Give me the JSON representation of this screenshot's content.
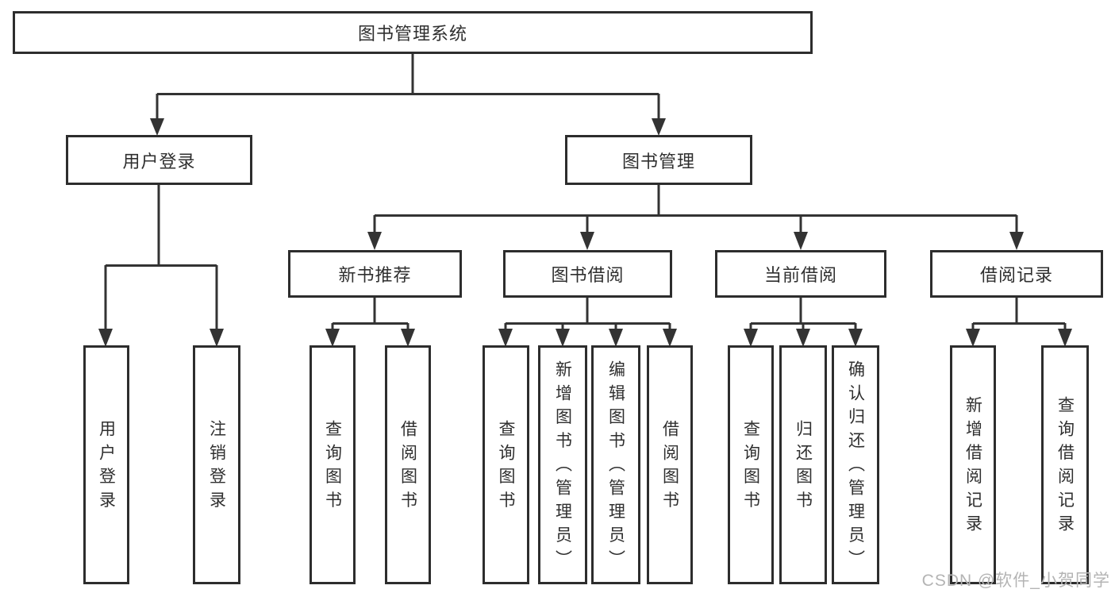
{
  "colors": {
    "background": "#ffffff",
    "box_border": "#2d2d2d",
    "line": "#333333",
    "text": "#2f2f2f",
    "watermark": "#b4b4b4"
  },
  "watermark": {
    "text": "CSDN @软件_小贺同学"
  },
  "tree": {
    "root": {
      "label": "图书管理系统"
    },
    "branches": [
      {
        "label": "用户登录",
        "leaves": [
          {
            "label": "用户登录"
          },
          {
            "label": "注销登录"
          }
        ]
      },
      {
        "label": "图书管理",
        "groups": [
          {
            "label": "新书推荐",
            "leaves": [
              {
                "label": "查询图书"
              },
              {
                "label": "借阅图书"
              }
            ]
          },
          {
            "label": "图书借阅",
            "leaves": [
              {
                "label": "查询图书"
              },
              {
                "label": "新增图书（管理员）"
              },
              {
                "label": "编辑图书（管理员）"
              },
              {
                "label": "借阅图书"
              }
            ]
          },
          {
            "label": "当前借阅",
            "leaves": [
              {
                "label": "查询图书"
              },
              {
                "label": "归还图书"
              },
              {
                "label": "确认归还（管理员）"
              }
            ]
          },
          {
            "label": "借阅记录",
            "leaves": [
              {
                "label": "新增借阅记录"
              },
              {
                "label": "查询借阅记录"
              }
            ]
          }
        ]
      }
    ]
  }
}
